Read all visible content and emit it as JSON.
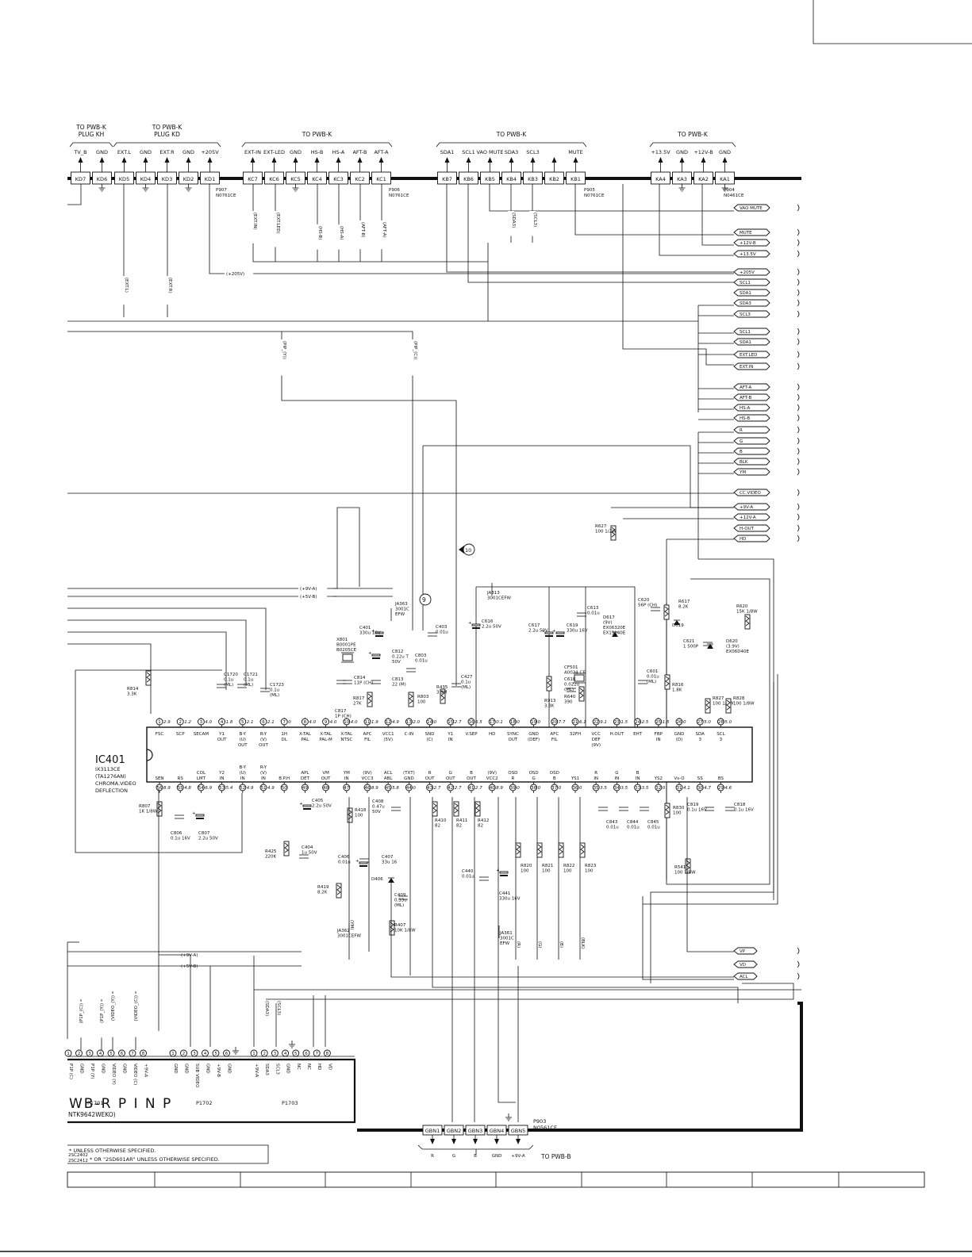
{
  "connectors_top": [
    {
      "header": "TO PWB-K",
      "sub": "PLUG KH",
      "pins": [
        {
          "sig": "TV_B",
          "ref": "KD7"
        },
        {
          "sig": "GND",
          "ref": "KD6"
        }
      ]
    },
    {
      "header": "TO PWB-K",
      "sub": "PLUG KD",
      "pins": [
        {
          "sig": "EXT.L",
          "ref": "KD5"
        },
        {
          "sig": "GND",
          "ref": "KD4"
        },
        {
          "sig": "EXT.R",
          "ref": "KD3"
        },
        {
          "sig": "GND",
          "ref": "KD2"
        },
        {
          "sig": "+205V",
          "ref": "KD1"
        }
      ]
    },
    {
      "header": "TO PWB-K",
      "sub": "",
      "pins": [
        {
          "sig": "EXT-IN",
          "ref": "KC7"
        },
        {
          "sig": "EXT-LED",
          "ref": "KC6"
        },
        {
          "sig": "GND",
          "ref": "KC5"
        },
        {
          "sig": "HS-B",
          "ref": "KC4"
        },
        {
          "sig": "HS-A",
          "ref": "KC3"
        },
        {
          "sig": "AFT-B",
          "ref": "KC2"
        },
        {
          "sig": "AFT-A",
          "ref": "KC1"
        }
      ]
    },
    {
      "header": "TO PWB-K",
      "sub": "",
      "pins": [
        {
          "sig": "SDA1",
          "ref": "KB7"
        },
        {
          "sig": "SCL1",
          "ref": "KB6"
        },
        {
          "sig": "VAO MUTE",
          "ref": "KB5"
        },
        {
          "sig": "SDA3",
          "ref": "KB4"
        },
        {
          "sig": "SCL3",
          "ref": "KB3"
        },
        {
          "sig": "",
          "ref": "KB2"
        },
        {
          "sig": "MUTE",
          "ref": "KB1"
        }
      ]
    },
    {
      "header": "TO PWB-K",
      "sub": "",
      "pins": [
        {
          "sig": "+13.5V",
          "ref": "KA4"
        },
        {
          "sig": "GND",
          "ref": "KA3"
        },
        {
          "sig": "+12V-B",
          "ref": "KA2"
        },
        {
          "sig": "GND",
          "ref": "KA1"
        }
      ]
    }
  ],
  "plug_labels": [
    {
      "ref": "P907",
      "part": "N0761CE"
    },
    {
      "ref": "P906",
      "part": "N0761CE"
    },
    {
      "ref": "P905",
      "part": "N0761CE"
    },
    {
      "ref": "P904",
      "part": "N0461CE"
    }
  ],
  "right_signals": [
    "VAO MUTE",
    "MUTE",
    "+12V-B",
    "+13.5V",
    "+205V",
    "SCL1",
    "SDA1",
    "SDA3",
    "SCL3",
    "SCL1",
    "SDA1",
    "EXT.LED",
    "EXT.IN",
    "AFT-A",
    "AFT-B",
    "HS-A",
    "HS-B",
    "R",
    "G",
    "B",
    "BLK",
    "YM",
    "CC.VIDEO",
    "+9V-A",
    "+12V-A",
    "H-OUT",
    "HD"
  ],
  "bottom_right_signals": [
    "VP",
    "VD",
    "ACL"
  ],
  "net_labels": [
    "(EXT.IN)",
    "(EXT.LED)",
    "(HS-B)",
    "(HS-A)",
    "(AFT-B)",
    "(AFT-A)",
    "(SDA3)",
    "(SCL3)",
    "(EXT.L)",
    "(EXT.R)",
    "(+205V)",
    "(PIP_(Y))",
    "(PIP_(C))",
    "(+9V-A)",
    "(+5V-B)",
    "(+9V-A)",
    "(+5V-B)",
    "(SDA3)",
    "(SCL3)",
    "(YM)",
    "(R)",
    "(G)",
    "(B)",
    "(BLK)"
  ],
  "ic": {
    "ref": "IC401",
    "lines": [
      "IX3113CE",
      "(TA1276AN)",
      "CHROMA.VIDEO",
      "DEFLECTION"
    ],
    "top_pins": [
      {
        "n": "1",
        "v": "2.9",
        "name": "FSC"
      },
      {
        "n": "2",
        "v": "1.2",
        "name": "SCP"
      },
      {
        "n": "3",
        "v": "4.0",
        "name": "SECAM"
      },
      {
        "n": "4",
        "v": "1.8",
        "name": "Y1 OUT"
      },
      {
        "n": "5",
        "v": "2.1",
        "name": "B-Y (U) OUT"
      },
      {
        "n": "6",
        "v": "2.1",
        "name": "R-Y (V) OUT"
      },
      {
        "n": "7",
        "v": "0",
        "name": "1H DL"
      },
      {
        "n": "8",
        "v": "4.0",
        "name": "X-TAL PAL"
      },
      {
        "n": "9",
        "v": "4.0",
        "name": "X-TAL PAL-M"
      },
      {
        "n": "10",
        "v": "4.0",
        "name": "X-TAL NTSC"
      },
      {
        "n": "11",
        "v": "1.9",
        "name": "APC FIL"
      },
      {
        "n": "12",
        "v": "4.9",
        "name": "VCC1 (5V)"
      },
      {
        "n": "13",
        "v": "2.0",
        "name": "C-IN"
      },
      {
        "n": "14",
        "v": "0",
        "name": "SND (C)"
      },
      {
        "n": "15",
        "v": "2.7",
        "name": "Y1 IN"
      },
      {
        "n": "16",
        "v": "6.5",
        "name": "V.SEP"
      },
      {
        "n": "17",
        "v": "0.1",
        "name": "HD"
      },
      {
        "n": "18",
        "v": "0",
        "name": "SYNC OUT"
      },
      {
        "n": "19",
        "v": "0",
        "name": "GND (DEF)"
      },
      {
        "n": "20",
        "v": "7.7",
        "name": "AFC FIL"
      },
      {
        "n": "21",
        "v": "6.1",
        "name": "32FH"
      },
      {
        "n": "22",
        "v": "9.1",
        "name": "VCC DEF (9V)"
      },
      {
        "n": "23",
        "v": "1.5",
        "name": "H.OUT"
      },
      {
        "n": "24",
        "v": "2.5",
        "name": "EHT"
      },
      {
        "n": "25",
        "v": "1.5",
        "name": "FBP IN"
      },
      {
        "n": "26",
        "v": "0",
        "name": "GND (D)"
      },
      {
        "n": "27",
        "v": "5.0",
        "name": "SDA 3"
      },
      {
        "n": "28",
        "v": "5.0",
        "name": "SCL 3"
      }
    ],
    "bottom_pins": [
      {
        "n": "56",
        "v": "8.9",
        "name": "SEN"
      },
      {
        "n": "55",
        "v": "4.8",
        "name": "RS"
      },
      {
        "n": "54",
        "v": "6.9",
        "name": "COL LMT"
      },
      {
        "n": "53",
        "v": "5.4",
        "name": "Y2 IN"
      },
      {
        "n": "52",
        "v": "4.9",
        "name": "B-Y (U) IN"
      },
      {
        "n": "51",
        "v": "4.9",
        "name": "R-Y (V) IN"
      },
      {
        "n": "50",
        "v": "",
        "name": "B.P.H"
      },
      {
        "n": "49",
        "v": "",
        "name": "APL DET"
      },
      {
        "n": "48",
        "v": "",
        "name": "VM OUT"
      },
      {
        "n": "47",
        "v": "",
        "name": "YM IN"
      },
      {
        "n": "46",
        "v": "8.9",
        "name": "(9V) VCC3"
      },
      {
        "n": "45",
        "v": "5.8",
        "name": "ACL ABL"
      },
      {
        "n": "44",
        "v": "0",
        "name": "(TXT) GND"
      },
      {
        "n": "43",
        "v": "2.7",
        "name": "R OUT"
      },
      {
        "n": "42",
        "v": "2.7",
        "name": "G OUT"
      },
      {
        "n": "41",
        "v": "2.7",
        "name": "B OUT"
      },
      {
        "n": "40",
        "v": "8.9",
        "name": "(9V) VCC2"
      },
      {
        "n": "39",
        "v": "0",
        "name": "OSD R"
      },
      {
        "n": "38",
        "v": "0",
        "name": "OSD G"
      },
      {
        "n": "37",
        "v": "0",
        "name": "OSD B"
      },
      {
        "n": "36",
        "v": "0",
        "name": "YS1"
      },
      {
        "n": "35",
        "v": "3.5",
        "name": "R IN"
      },
      {
        "n": "34",
        "v": "3.5",
        "name": "G IN"
      },
      {
        "n": "33",
        "v": "3.5",
        "name": "B IN"
      },
      {
        "n": "32",
        "v": "0",
        "name": "YS2"
      },
      {
        "n": "31",
        "v": "4.1",
        "name": "Vs-O"
      },
      {
        "n": "30",
        "v": "4.7",
        "name": "SS"
      },
      {
        "n": "29",
        "v": "4.6",
        "name": "BS"
      }
    ]
  },
  "components": [
    {
      "ref": "R814",
      "val": "3.3K"
    },
    {
      "ref": "C1720",
      "val": "0.1u (ML)"
    },
    {
      "ref": "C1721",
      "val": "0.1u (ML)"
    },
    {
      "ref": "C1723",
      "val": "0.1u (ML)"
    },
    {
      "ref": "X801",
      "val": "B0001PE B0205CE"
    },
    {
      "ref": "C814",
      "val": "11P (CH)"
    },
    {
      "ref": "C817",
      "val": "1P (CH)"
    },
    {
      "ref": "R817",
      "val": "27K"
    },
    {
      "ref": "C401",
      "val": "330u 16V"
    },
    {
      "ref": "C812",
      "val": "0.22u T 50V"
    },
    {
      "ref": "C813",
      "val": "22 (M)"
    },
    {
      "ref": "C403",
      "val": "0.01u"
    },
    {
      "ref": "C803",
      "val": "0.01u"
    },
    {
      "ref": "R803",
      "val": "100"
    },
    {
      "ref": "JA363",
      "val": "3001C EFW"
    },
    {
      "ref": "R435",
      "val": "3.9M"
    },
    {
      "ref": "C427",
      "val": "0.1u (ML)"
    },
    {
      "ref": "C616",
      "val": "2.2u 50V"
    },
    {
      "ref": "JA313",
      "val": "3001CEFW"
    },
    {
      "ref": "C617",
      "val": "2.2u 50V"
    },
    {
      "ref": "C619",
      "val": "330u 16V"
    },
    {
      "ref": "C613",
      "val": "0.01u"
    },
    {
      "ref": "CF501",
      "val": "A0034 CE"
    },
    {
      "ref": "C618",
      "val": "0.022u (ML)"
    },
    {
      "ref": "R913",
      "val": "3.3K"
    },
    {
      "ref": "R640",
      "val": "390"
    },
    {
      "ref": "R627",
      "val": "100 1/2W"
    },
    {
      "ref": "D617",
      "val": "(9V) EX06320E EX13140E"
    },
    {
      "ref": "C601",
      "val": "0.01u (ML)"
    },
    {
      "ref": "C620",
      "val": "56P (CH)"
    },
    {
      "ref": "R617",
      "val": "8.2K"
    },
    {
      "ref": "D619",
      "val": ""
    },
    {
      "ref": "R816",
      "val": "1.8K"
    },
    {
      "ref": "R620",
      "val": "15K 1/8W"
    },
    {
      "ref": "C621",
      "val": "1 500P"
    },
    {
      "ref": "D620",
      "val": "(3.9V) EX06D40E"
    },
    {
      "ref": "R827",
      "val": "100 1/8W"
    },
    {
      "ref": "R828",
      "val": "100 1/8W"
    },
    {
      "ref": "R807",
      "val": "1K 1/8W"
    },
    {
      "ref": "C806",
      "val": "0.1u 16V"
    },
    {
      "ref": "C807",
      "val": "2.2u 50V"
    },
    {
      "ref": "C405",
      "val": "2.2u 50V"
    },
    {
      "ref": "R425",
      "val": "220K"
    },
    {
      "ref": "C404",
      "val": "1u 50V"
    },
    {
      "ref": "R418",
      "val": "100"
    },
    {
      "ref": "C408",
      "val": "0.47u 50V"
    },
    {
      "ref": "C406",
      "val": "0.01u"
    },
    {
      "ref": "C407",
      "val": "33u 16"
    },
    {
      "ref": "D406",
      "val": ""
    },
    {
      "ref": "C409",
      "val": "0.33u (ML)"
    },
    {
      "ref": "R419",
      "val": "8.2K"
    },
    {
      "ref": "JA362",
      "val": "3001CEFW"
    },
    {
      "ref": "R407",
      "val": "10K 1/8W"
    },
    {
      "ref": "R410",
      "val": "82"
    },
    {
      "ref": "R411",
      "val": "82"
    },
    {
      "ref": "R412",
      "val": "82"
    },
    {
      "ref": "C440",
      "val": "0.01u"
    },
    {
      "ref": "C441",
      "val": "330u 16V"
    },
    {
      "ref": "JA361",
      "val": "3001C EFW"
    },
    {
      "ref": "R820",
      "val": "100"
    },
    {
      "ref": "R821",
      "val": "100"
    },
    {
      "ref": "R822",
      "val": "100"
    },
    {
      "ref": "R823",
      "val": "100"
    },
    {
      "ref": "C843",
      "val": "0.01u"
    },
    {
      "ref": "C844",
      "val": "0.01u"
    },
    {
      "ref": "C845",
      "val": "0.01u"
    },
    {
      "ref": "R830",
      "val": "100"
    },
    {
      "ref": "C819",
      "val": "0.1u 16V"
    },
    {
      "ref": "C818",
      "val": "0.1u 16V"
    },
    {
      "ref": "R541",
      "val": "100 1/8W"
    }
  ],
  "test_points": [
    "9",
    "10"
  ],
  "pip_module": {
    "title": "WB-R  P I N P",
    "part": "NTK9642WEKO)",
    "p1701": {
      "ref": "P1701",
      "pins": [
        "P1P (C)",
        "GND",
        "P1P (Y)",
        "GND",
        "VIDEO (Y)",
        "GND",
        "VIDEO (C)",
        "+9V-A"
      ]
    },
    "p1702": {
      "ref": "P1702",
      "pins": [
        "GND",
        "GND",
        "SUB VIDEO",
        "GND",
        "+9V-B",
        "GND"
      ]
    },
    "p1703": {
      "ref": "P1703",
      "pins": [
        "+9V-A",
        "SDA3",
        "SCL3",
        "GND",
        "NC",
        "NC",
        "HD",
        "VD"
      ]
    },
    "net_labels": [
      "(P1P_(C))",
      "(P1P_(Y))",
      "(VIDEO_(Y))",
      "(VIDEO_(C))"
    ]
  },
  "bottom_connector": {
    "pins": [
      {
        "ref": "GBN1",
        "sig": "R"
      },
      {
        "ref": "GBN2",
        "sig": "G"
      },
      {
        "ref": "GBN3",
        "sig": "B"
      },
      {
        "ref": "GBN4",
        "sig": "GND"
      },
      {
        "ref": "GBN5",
        "sig": "+9V-A"
      }
    ],
    "plug": "P903",
    "part": "N0561CE",
    "dest": "TO PWB-B"
  },
  "notes": [
    {
      "prefix": "",
      "text": "* UNLESS OTHERWISE SPECIFIED."
    },
    {
      "prefix": "2SC2412",
      "text": "* OR \"2SD601AR\" UNLESS OTHERWISE SPECIFIED."
    },
    {
      "prefix": "2SC2402",
      "text": ""
    }
  ]
}
